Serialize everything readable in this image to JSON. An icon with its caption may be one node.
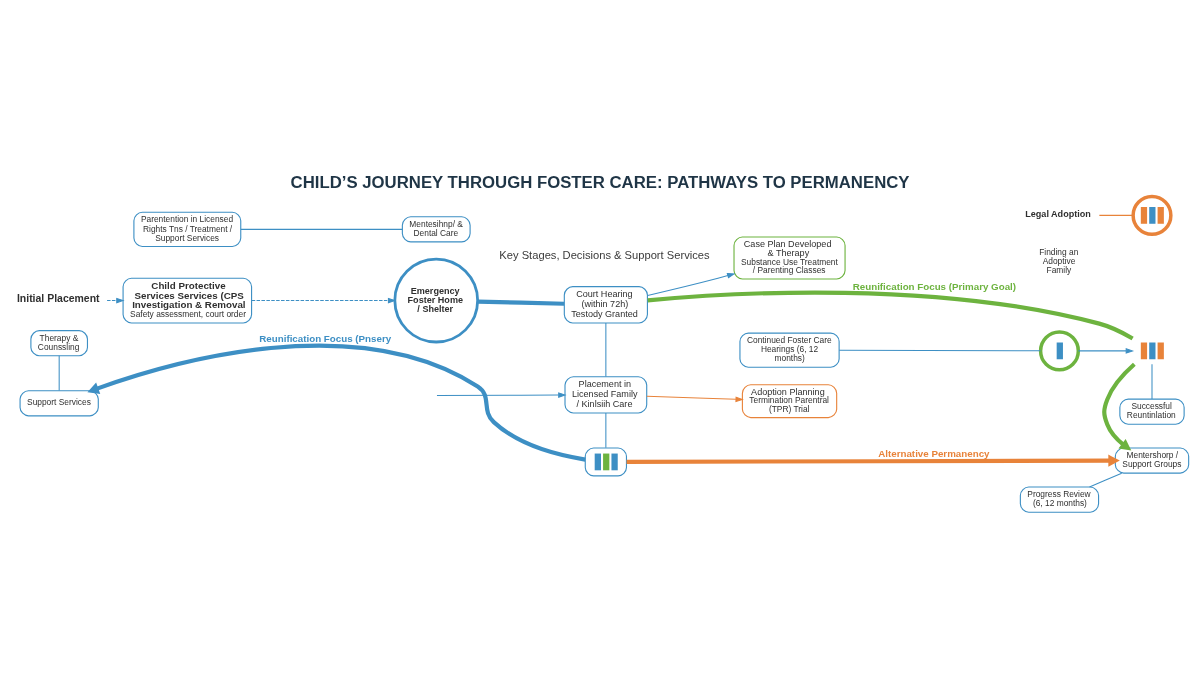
{
  "diagram": {
    "title": "CHILD’S JOURNEY THROUGH FOSTER CARE: PATHWAYS TO PERMANENCY",
    "nodes": [
      {
        "text": [
          "Initial Placement"
        ]
      },
      {
        "text": [
          "Child Protective Services Services (CPS Investigation & Removal",
          "Safety assessment, court order"
        ]
      },
      {
        "text": [
          "Emergency Foster Home / Shelter"
        ]
      },
      {
        "text": [
          "Court Hearing (within 72h) Testody Granted"
        ]
      },
      {
        "text": [
          "Placement in Licensed Family / Kinlsiih Care"
        ]
      },
      {
        "text": [],
        "shape": "box"
      },
      {
        "text": [
          "Case Plan Developed & Therapy",
          "Substance Use Treatment / Parenting Classes"
        ]
      },
      {
        "text": [],
        "shape": "circle"
      },
      {
        "text": [],
        "shape": "picture"
      },
      {
        "text": [
          "Successful Reuntinlation"
        ]
      },
      {
        "text": [
          "Progress Review (6, 12 months)"
        ]
      },
      {
        "text": [
          "Continued Foster Care Hearings (6, 12 months)"
        ]
      },
      {
        "text": [
          "Mentershorp / Support Groups"
        ]
      },
      {
        "text": [
          "Therapy & Counssling"
        ]
      },
      {
        "text": [
          "Parentention in Licensed Rights Tns / Treatment / Support Services"
        ]
      },
      {
        "text": [
          "Support Services"
        ]
      },
      {
        "text": [
          "Mentesihnp/ & Dental Care"
        ]
      },
      {
        "text": [
          "Adoption Planning",
          "Termination Parentral (TPR) Trial"
        ]
      },
      {
        "text": [
          "Finding an Adoptive Family"
        ]
      },
      {
        "text": [
          "Legal Adoption"
        ]
      },
      {
        "text": [],
        "shape": "circle"
      }
    ],
    "edges": [
      {
        "from": 0,
        "to": 1,
        "arrow": "to",
        "style": "dashed"
      },
      {
        "from": 1,
        "to": 2,
        "arrow": "to",
        "style": "dashed"
      },
      {
        "from": 2,
        "to": 3,
        "arrow": "none",
        "style": "thick"
      },
      {
        "from": 3,
        "to": 4,
        "arrow": "none"
      },
      {
        "from": 4,
        "to": 5,
        "arrow": "none"
      },
      {
        "from": 3,
        "to": 6,
        "arrow": "to"
      },
      {
        "from": 3,
        "to": 8,
        "arrow": "none",
        "style": "thick",
        "color": "#6db33f",
        "label": "Reunification Focus (Primary Goal)"
      },
      {
        "from": 8,
        "to": 12,
        "arrow": "to",
        "style": "thick",
        "color": "#6db33f"
      },
      {
        "from": 7,
        "to": 8,
        "arrow": "to"
      },
      {
        "from": 8,
        "to": 9,
        "arrow": "none"
      },
      {
        "from": 10,
        "to": 12,
        "arrow": "none"
      },
      {
        "from": 11,
        "to": 7,
        "arrow": "none"
      },
      {
        "from": null,
        "to": 4,
        "arrow": "to"
      },
      {
        "from": 4,
        "to": 17,
        "arrow": "to",
        "color": "#e8833a"
      },
      {
        "from": 5,
        "to": 15,
        "arrow": "to",
        "style": "thick",
        "label": "Reunification Focus (Pnsery"
      },
      {
        "from": 13,
        "to": 15,
        "arrow": "none"
      },
      {
        "from": 14,
        "to": 16,
        "arrow": "none"
      },
      {
        "from": 5,
        "to": 12,
        "arrow": "to",
        "style": "thick",
        "color": "#e8833a",
        "label": "Alternative Permanency"
      },
      {
        "from": 19,
        "to": 20,
        "arrow": "none",
        "color": "#e8833a"
      }
    ],
    "labels": [
      "Key Stages, Decisions & Support Services"
    ]
  }
}
